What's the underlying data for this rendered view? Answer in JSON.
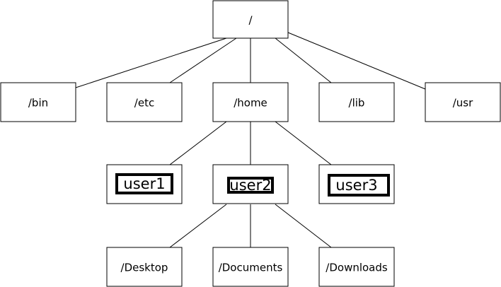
{
  "tree": {
    "nodes": [
      {
        "id": "root",
        "label": "/",
        "level": 0
      },
      {
        "id": "bin",
        "label": "/bin",
        "level": 1,
        "parent": "root"
      },
      {
        "id": "etc",
        "label": "/etc",
        "level": 1,
        "parent": "root"
      },
      {
        "id": "home",
        "label": "/home",
        "level": 1,
        "parent": "root"
      },
      {
        "id": "lib",
        "label": "/lib",
        "level": 1,
        "parent": "root"
      },
      {
        "id": "usr",
        "label": "/usr",
        "level": 1,
        "parent": "root"
      },
      {
        "id": "user1",
        "label": "user1",
        "level": 2,
        "parent": "home",
        "highlighted": true
      },
      {
        "id": "user2",
        "label": "user2",
        "level": 2,
        "parent": "home",
        "highlighted": true
      },
      {
        "id": "user3",
        "label": "user3",
        "level": 2,
        "parent": "home",
        "highlighted": true
      },
      {
        "id": "desktop",
        "label": "/Desktop",
        "level": 3,
        "parent": "user2"
      },
      {
        "id": "documents",
        "label": "/Documents",
        "level": 3,
        "parent": "user2"
      },
      {
        "id": "downloads",
        "label": "/Downloads",
        "level": 3,
        "parent": "user2"
      }
    ],
    "colors": {
      "stroke": "#000000",
      "fill": "#ffffff",
      "text": "#000000"
    }
  }
}
